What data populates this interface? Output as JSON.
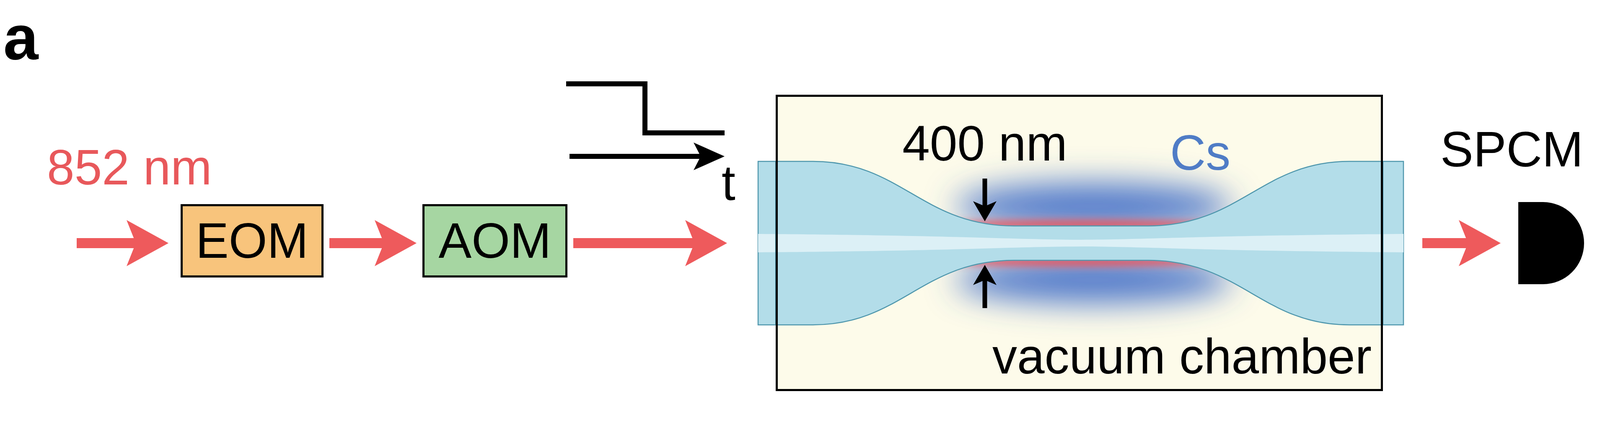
{
  "diagram": {
    "nodes": [
      {
        "text": [
          "EOM"
        ]
      },
      {
        "text": [
          "AOM"
        ]
      },
      {
        "text": [
          "vacuum chamber"
        ]
      },
      {
        "text": [
          "SPCM"
        ]
      }
    ],
    "edges": [
      {
        "from": 0,
        "to": 1,
        "arrow": "to"
      },
      {
        "from": 1,
        "to": 2,
        "arrow": "to"
      },
      {
        "from": 2,
        "to": 3,
        "arrow": "to"
      }
    ],
    "labels": [
      "a",
      "852 nm",
      "t",
      "400 nm",
      "Cs"
    ]
  }
}
